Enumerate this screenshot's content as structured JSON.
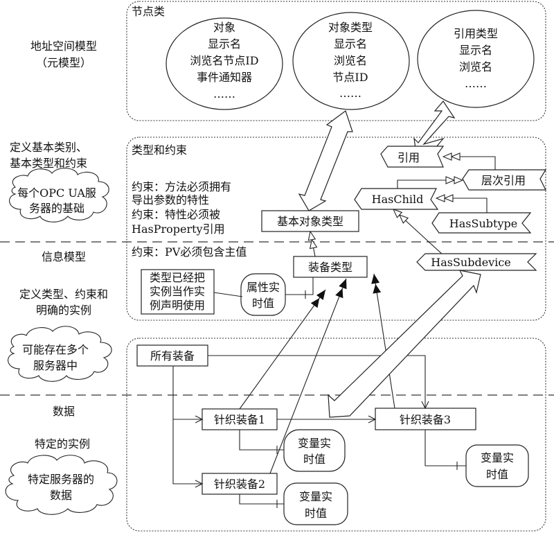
{
  "left_labels": {
    "address_space": "地址空间模型",
    "meta_model": "（元模型）",
    "define_basic_1": "定义基本类别、",
    "define_basic_2": "基本类型和约束",
    "cloud_basis_1": "每个OPC UA服",
    "cloud_basis_2": "务器的基础",
    "info_model": "信息模型",
    "define_types_1": "定义类型、约束和",
    "define_types_2": "明确的实例",
    "cloud_multi_1": "可能存在多个",
    "cloud_multi_2": "服务器中",
    "data": "数据",
    "specific_instances": "特定的实例",
    "cloud_specific_1": "特定服务器的",
    "cloud_specific_2": "数据"
  },
  "node_classes": {
    "title": "节点类",
    "object": [
      "对象",
      "显示名",
      "浏览名节点ID",
      "事件通知器",
      "……"
    ],
    "object_type": [
      "对象类型",
      "显示名",
      "浏览名",
      "节点ID",
      "……"
    ],
    "reference_type": [
      "引用类型",
      "显示名",
      "浏览名",
      "……"
    ]
  },
  "types_constraints": {
    "title": "类型和约束",
    "constraint1_1": "约束：方法必须拥有",
    "constraint1_2": "导出参数的特性",
    "constraint2_1": "约束：特性必须被",
    "constraint2_2": "HasProperty引用",
    "base_object_type": "基本对象类型",
    "references": "引用",
    "hierarchical_references": "层次引用",
    "has_child": "HasChild",
    "has_subtype": "HasSubtype"
  },
  "info_model_box": {
    "constraint_pv": "约束：PV必须包含主值",
    "equipment_type": "装备类型",
    "has_subdevice": "HasSubdevice",
    "note_1": "类型已经把",
    "note_2": "实例当作实",
    "note_3": "例声明使用",
    "property_rt_1": "属性实",
    "property_rt_2": "时值"
  },
  "data_box": {
    "all_equipment": "所有装备",
    "knit1": "针织装备1",
    "knit2": "针织装备2",
    "knit3": "针织装备3",
    "var_rt_1": "变量实",
    "var_rt_2": "时值"
  }
}
